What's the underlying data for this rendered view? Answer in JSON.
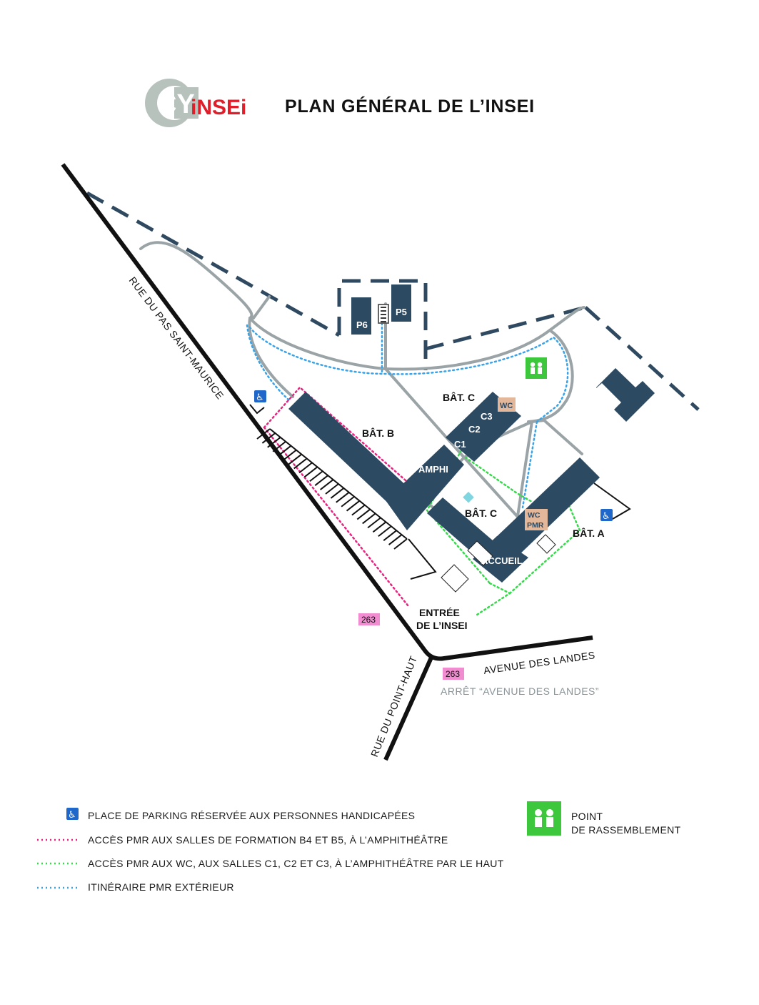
{
  "header": {
    "logo_letters": "CY",
    "brand": "iNSEi",
    "title": "PLAN GÉNÉRAL DE L’INSEI"
  },
  "colors": {
    "building": "#2d4a63",
    "path": "#9aa3a6",
    "boundary": "#2f4a60",
    "road": "#111111",
    "pmr_pink": "#e8237f",
    "pmr_green": "#35d94a",
    "pmr_blue": "#3aa3e8",
    "wc": "#e2b79a",
    "bus_stop": "#f08ccf",
    "assembly": "#3cc73c",
    "handicap": "#1f67c9",
    "brand_red": "#e11d2a",
    "brand_blue": "#1d3fa8"
  },
  "roads": {
    "pas_saint_maurice": "RUE DU PAS SAINT-MAURICE",
    "point_haut": "RUE DU POINT-HAUT",
    "avenue_landes": "AVENUE DES LANDES"
  },
  "buildings": {
    "bat_b": "BÂT. B",
    "amphi": "AMPHI",
    "bat_c_top": "BÂT. C",
    "bat_c_bottom": "BÂT. C",
    "bat_a": "BÂT. A",
    "accueil": "ACCUEIL",
    "p5": "P5",
    "p6": "P6",
    "c1": "C1",
    "c2": "C2",
    "c3": "C3",
    "wc": "WC",
    "wc_pmr_1": "WC",
    "wc_pmr_2": "PMR"
  },
  "entrance": {
    "line1": "ENTRÉE",
    "line2": "DE L’INSEI"
  },
  "bus": {
    "stop_number_1": "263",
    "stop_number_2": "263",
    "stop_name": "ARRÊT “AVENUE DES LANDES”"
  },
  "legend": {
    "parking": "PLACE DE PARKING RÉSERVÉE AUX PERSONNES HANDICAPÉES",
    "pink": "ACCÈS PMR AUX SALLES DE FORMATION B4 ET B5, À L’AMPHITHÉÂTRE",
    "green": "ACCÈS PMR AUX WC, AUX SALLES C1, C2 ET C3, À L’AMPHITHÉÂTRE PAR LE HAUT",
    "blue": "ITINÉRAIRE PMR EXTÉRIEUR",
    "assembly_line1": "POINT",
    "assembly_line2": "DE RASSEMBLEMENT"
  },
  "icons": {
    "handicap": "wheelchair-icon",
    "assembly": "assembly-point-icon",
    "stairs": "stairs-icon"
  }
}
